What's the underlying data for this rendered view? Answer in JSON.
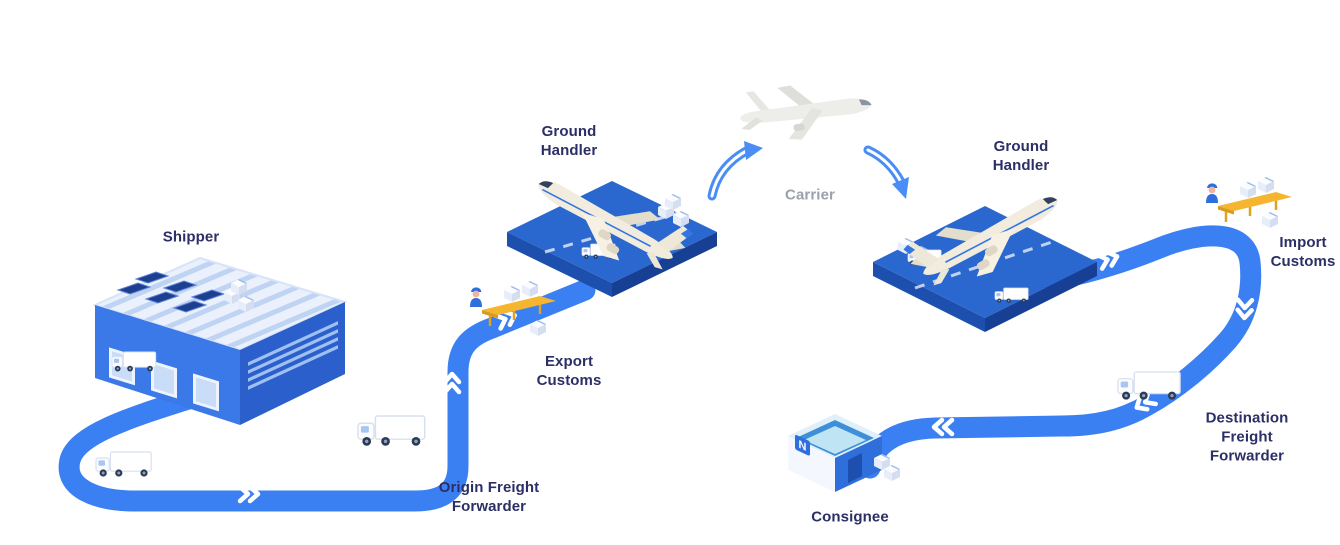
{
  "diagram": {
    "type": "air-freight-logistics-flow",
    "flow": [
      "Shipper",
      "Origin Freight Forwarder",
      "Export Customs",
      "Ground Handler",
      "Carrier",
      "Ground Handler",
      "Import Customs",
      "Destination Freight Forwarder",
      "Consignee"
    ]
  },
  "nodes": {
    "shipper": {
      "label": "Shipper"
    },
    "origin_freight_forwarder": {
      "label": "Origin Freight\nForwarder"
    },
    "export_customs": {
      "label": "Export\nCustoms"
    },
    "ground_handler_origin": {
      "label": "Ground\nHandler"
    },
    "carrier": {
      "label": "Carrier"
    },
    "ground_handler_destination": {
      "label": "Ground\nHandler"
    },
    "import_customs": {
      "label": "Import\nCustoms"
    },
    "destination_freight_forwarder": {
      "label": "Destination Freight\nForwarder"
    },
    "consignee": {
      "label": "Consignee",
      "sign": "N"
    }
  },
  "colors": {
    "road": "#3b80f2",
    "label": "#2c2f66",
    "carrier_label": "#99a1ac",
    "platform_top": "#2a68d0",
    "platform_side": "#1d4fae",
    "building_blue": "#3c79e8",
    "plane_body": "#f1ecdd",
    "accent_blue": "#3575e3",
    "conveyor_yellow": "#f5b52e"
  }
}
